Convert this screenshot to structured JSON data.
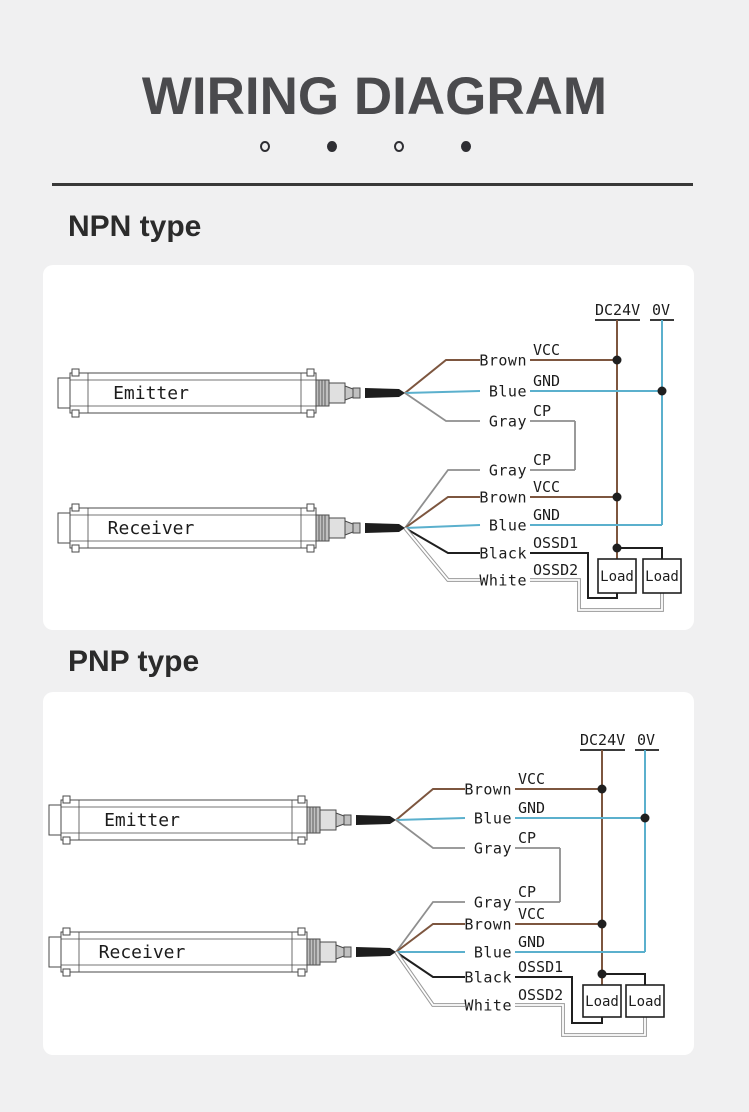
{
  "page": {
    "title": "WIRING DIAGRAM"
  },
  "carousel": {
    "dots": [
      {
        "state": "outline"
      },
      {
        "state": "filled"
      },
      {
        "state": "outline"
      },
      {
        "state": "filled"
      }
    ]
  },
  "colors": {
    "brown_wire": "#7d563f",
    "blue_wire": "#5bb0cd",
    "gray_wire": "#8f8f8f",
    "black_wire": "#1f1f1f",
    "white_wire_outline": "#9a9a9a",
    "junction_dot": "#1f1f1f",
    "title_color": "#4a4a4d",
    "heading_color": "#2b2b2b",
    "background": "#f0f0f1",
    "panel": "#ffffff",
    "divider": "#383838"
  },
  "sections": [
    {
      "heading": "NPN type",
      "diagram": {
        "devices": [
          {
            "label": "Emitter"
          },
          {
            "label": "Receiver"
          }
        ],
        "power_rails": [
          {
            "label": "DC24V"
          },
          {
            "label": "0V"
          }
        ],
        "emitter_wires": [
          {
            "color": "Brown",
            "signal": "VCC"
          },
          {
            "color": "Blue",
            "signal": "GND"
          },
          {
            "color": "Gray",
            "signal": "CP"
          }
        ],
        "receiver_wires": [
          {
            "color": "Gray",
            "signal": "CP"
          },
          {
            "color": "Brown",
            "signal": "VCC"
          },
          {
            "color": "Blue",
            "signal": "GND"
          },
          {
            "color": "Black",
            "signal": "OSSD1"
          },
          {
            "color": "White",
            "signal": "OSSD2"
          }
        ],
        "loads": [
          {
            "label": "Load"
          },
          {
            "label": "Load"
          }
        ]
      }
    },
    {
      "heading": "PNP type",
      "diagram": {
        "devices": [
          {
            "label": "Emitter"
          },
          {
            "label": "Receiver"
          }
        ],
        "power_rails": [
          {
            "label": "DC24V"
          },
          {
            "label": "0V"
          }
        ],
        "emitter_wires": [
          {
            "color": "Brown",
            "signal": "VCC"
          },
          {
            "color": "Blue",
            "signal": "GND"
          },
          {
            "color": "Gray",
            "signal": "CP"
          }
        ],
        "receiver_wires": [
          {
            "color": "Gray",
            "signal": "CP"
          },
          {
            "color": "Brown",
            "signal": "VCC"
          },
          {
            "color": "Blue",
            "signal": "GND"
          },
          {
            "color": "Black",
            "signal": "OSSD1"
          },
          {
            "color": "White",
            "signal": "OSSD2"
          }
        ],
        "loads": [
          {
            "label": "Load"
          },
          {
            "label": "Load"
          }
        ]
      }
    }
  ]
}
